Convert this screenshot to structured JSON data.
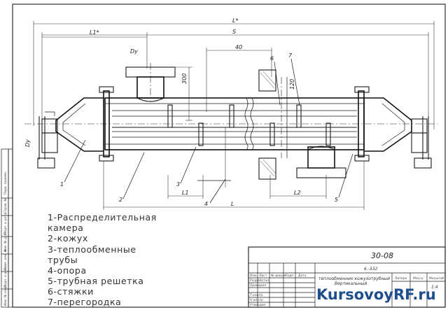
{
  "legend": [
    "1-Распределительная",
    "камера",
    "2-кожух",
    "3-теплообменные",
    "трубы",
    "4-опора",
    "5-трубная решетка",
    "6-стяжки",
    "7-перегородка"
  ],
  "title_block": {
    "doc_code": "30-08",
    "sub_code": "6.-332",
    "title_line1": "теплообменник кожухотрубный",
    "title_line2": "Вертикальный",
    "header_cells": [
      "Изм.",
      "Лист",
      "№ докум.",
      "Подп.",
      "Дата"
    ],
    "role_labels": [
      "Разработал",
      "Проверил",
      "Т.контр.",
      "Н.контр.",
      "Утвердил"
    ],
    "stage_label": "Литера",
    "mass_label": "Масса",
    "scale_label": "Масштаб",
    "scale_value": "1:4"
  },
  "side_stamp": [
    "Перв. примен.",
    "Справ. №",
    "Подп. и дата",
    "Инв. № дубл.",
    "Взам. инв. №",
    "Подп. и дата",
    "Инв. № подл."
  ],
  "watermark": "KursovoyRF.ru",
  "dimensions": {
    "overall": "L*",
    "length_a": "L1*",
    "length_b": "S",
    "span": "40",
    "outlet": "Dy",
    "inlet": "Dy",
    "height": "300",
    "h2": "120",
    "lower": "L",
    "l1": "L1",
    "l2": "L2"
  },
  "callouts": [
    "1",
    "2",
    "3",
    "4",
    "5",
    "6",
    "7"
  ]
}
